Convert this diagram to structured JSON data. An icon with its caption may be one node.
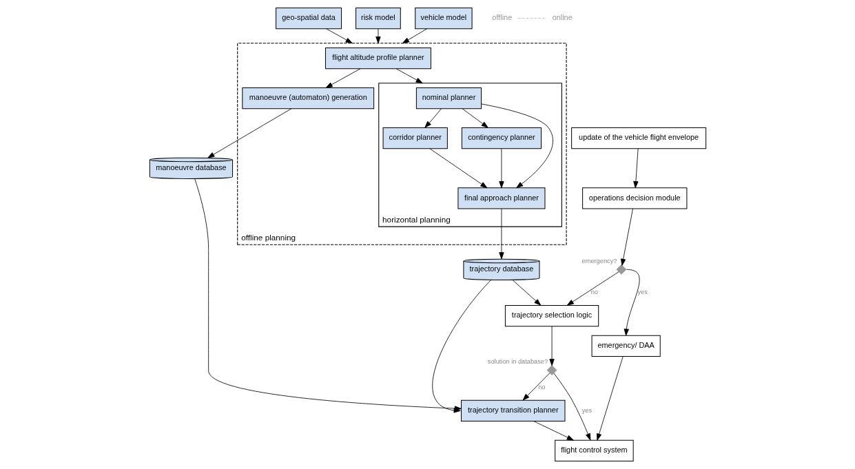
{
  "diagram": {
    "nodes": [
      {
        "text": [
          "geo-spatial data"
        ]
      },
      {
        "text": [
          "risk model"
        ]
      },
      {
        "text": [
          "vehicle model"
        ]
      },
      {
        "text": [
          "offline planning"
        ]
      },
      {
        "text": [
          "flight altitude profile planner"
        ],
        "in": 3
      },
      {
        "text": [
          "horizontal planning"
        ],
        "in": 3
      },
      {
        "text": [
          "nominal planner"
        ],
        "in": 5
      },
      {
        "text": [
          "corridor planner"
        ],
        "in": 5
      },
      {
        "text": [
          "contingency planner"
        ],
        "in": 5
      },
      {
        "text": [
          "final approach planner"
        ],
        "in": 5
      },
      {
        "text": [
          "manoeuvre (automaton) generation"
        ],
        "in": 3
      },
      {
        "text": [
          "trajectory database"
        ]
      },
      {
        "text": [
          "manoeuvre database"
        ]
      },
      {
        "text": [
          "update of the vehicle flight envelope"
        ]
      },
      {
        "text": [
          "operations decision module"
        ]
      },
      {
        "text": [],
        "shape": "diamond",
        "beside": [
          "emergency?"
        ]
      },
      {
        "text": [
          "trajectory selection logic"
        ]
      },
      {
        "text": [
          "emergency/ DAA"
        ]
      },
      {
        "text": [],
        "shape": "diamond",
        "beside": [
          "solution in database?"
        ]
      },
      {
        "text": [
          "trajectory transition planner"
        ]
      },
      {
        "text": [
          "flight control system"
        ]
      }
    ],
    "edges": [
      {
        "from": 0,
        "to": 3,
        "arrow": "to"
      },
      {
        "from": 1,
        "to": 3,
        "arrow": "to"
      },
      {
        "from": 2,
        "to": 3,
        "arrow": "to"
      },
      {
        "from": 4,
        "to": 5,
        "arrow": "to"
      },
      {
        "from": 4,
        "to": 10,
        "arrow": "to"
      },
      {
        "from": 6,
        "to": 7,
        "arrow": "to"
      },
      {
        "from": 6,
        "to": 8,
        "arrow": "to"
      },
      {
        "from": 6,
        "to": 9,
        "arrow": "to"
      },
      {
        "from": 7,
        "to": 9,
        "arrow": "to"
      },
      {
        "from": 8,
        "to": 9,
        "arrow": "to"
      },
      {
        "from": 9,
        "to": 11,
        "arrow": "to"
      },
      {
        "from": 10,
        "to": 12,
        "arrow": "to"
      },
      {
        "from": 13,
        "to": 14,
        "arrow": "to"
      },
      {
        "from": 14,
        "to": 15,
        "arrow": "to"
      },
      {
        "from": 15,
        "to": 16,
        "arrow": "to",
        "label": "no"
      },
      {
        "from": 15,
        "to": 17,
        "arrow": "to",
        "label": "yes"
      },
      {
        "from": 11,
        "to": 16,
        "arrow": "to"
      },
      {
        "from": 11,
        "to": 19,
        "arrow": "to"
      },
      {
        "from": 16,
        "to": 18,
        "arrow": "to"
      },
      {
        "from": 18,
        "to": 19,
        "arrow": "to",
        "label": "no"
      },
      {
        "from": 18,
        "to": 20,
        "arrow": "to",
        "label": "yes"
      },
      {
        "from": 12,
        "to": 19,
        "arrow": "to"
      },
      {
        "from": 19,
        "to": 20,
        "arrow": "to"
      },
      {
        "from": 17,
        "to": 20,
        "arrow": "to"
      }
    ],
    "labels": [
      "offline",
      "online"
    ]
  }
}
